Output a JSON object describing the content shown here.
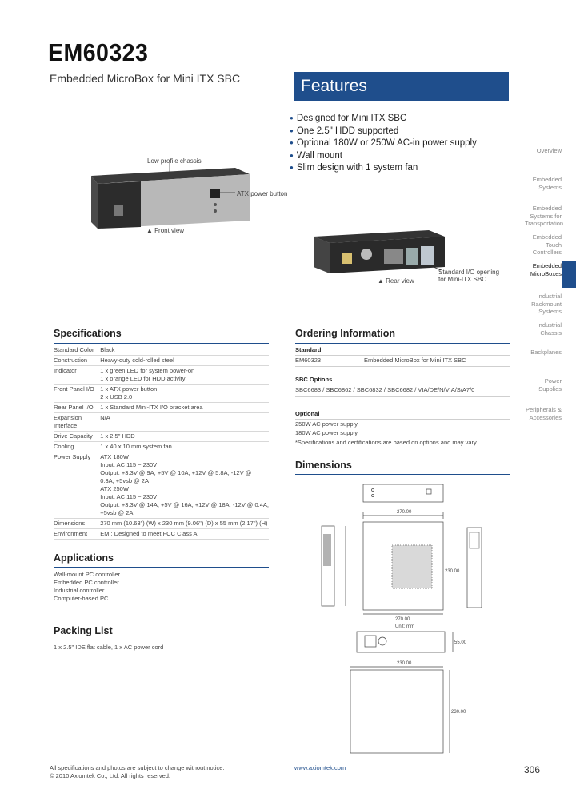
{
  "header": {
    "model": "EM60323",
    "subtitle": "Embedded MicroBox for Mini ITX SBC"
  },
  "features": {
    "title": "Features",
    "items": [
      "Designed for Mini ITX SBC",
      "One 2.5\" HDD supported",
      "Optional 180W or 250W AC-in power supply",
      "Wall mount",
      "Slim design with 1 system fan"
    ]
  },
  "sidenav": {
    "items": [
      "Overview",
      "Embedded Systems",
      "Embedded Systems for Transportation",
      "Embedded Touch Controllers",
      "Embedded MicroBoxes",
      "Industrial Rackmount Systems",
      "Industrial Chassis",
      "Backplanes",
      "Power Supplies",
      "Peripherals & Accessories"
    ],
    "active_index": 4
  },
  "photos": {
    "front_label_top": "Low profile chassis",
    "front_label_btn": "ATX power button",
    "front_caption": "▲ Front view",
    "rear_label": "Standard I/O opening for Mini-ITX SBC",
    "rear_caption": "▲ Rear view"
  },
  "specifications": {
    "title": "Specifications",
    "rows": [
      {
        "k": "Standard Color",
        "v": [
          "Black"
        ]
      },
      {
        "k": "Construction",
        "v": [
          "Heavy-duty cold-rolled steel"
        ]
      },
      {
        "k": "Indicator",
        "v": [
          "1 x green LED for system power-on",
          "1 x orange LED for HDD activity"
        ]
      },
      {
        "k": "Front Panel I/O",
        "v": [
          "1 x ATX power button",
          "2 x USB 2.0"
        ]
      },
      {
        "k": "Rear Panel I/O",
        "v": [
          "1 x Standard Mini-ITX I/O bracket area"
        ]
      },
      {
        "k": "Expansion Interface",
        "v": [
          "N/A"
        ]
      },
      {
        "k": "Drive Capacity",
        "v": [
          "1 x 2.5\" HDD"
        ]
      },
      {
        "k": "Cooling",
        "v": [
          "1 x 40 x 10 mm system fan"
        ]
      },
      {
        "k": "Power Supply",
        "v": [
          "ATX 180W",
          "Input: AC 115 ~ 230V",
          "Output: +3.3V @ 9A, +5V @ 10A, +12V @ 5.8A, -12V @",
          "0.3A, +5vsb @ 2A",
          "ATX 250W",
          "Input: AC 115 ~ 230V",
          "Output: +3.3V @ 14A, +5V @ 16A, +12V @ 18A, -12V @ 0.4A,",
          "+5vsb @ 2A"
        ]
      },
      {
        "k": "Dimensions",
        "v": [
          "270 mm (10.63\") (W) x 230 mm (9.06\") (D) x 55 mm (2.17\") (H)"
        ]
      },
      {
        "k": "Environment",
        "v": [
          "EMI: Designed to meet FCC Class A"
        ]
      }
    ]
  },
  "applications": {
    "title": "Applications",
    "items": [
      "Wall-mount PC controller",
      "Embedded PC controller",
      "Industrial controller",
      "Computer-based PC"
    ]
  },
  "packing": {
    "title": "Packing List",
    "items": [
      "1 x 2.5\" IDE flat cable, 1 x AC power cord"
    ]
  },
  "ordering": {
    "title": "Ordering Information",
    "standard_head": "Standard",
    "standard_model": "EM60323",
    "standard_desc": "Embedded MicroBox for Mini ITX SBC",
    "sbc_head": "SBC Options",
    "sbc_text": "SBC6683 / SBC6862 / SBC6832 / SBC6682 / VIA/DE/N/VIA/S/A7/0",
    "optional_head": "Optional",
    "optional_items": [
      "250W AC power supply",
      "180W AC power supply"
    ],
    "note": "*Specifications and certifications are based on options and may vary."
  },
  "dimensions": {
    "title": "Dimensions",
    "labels": [
      "270.00",
      "230.00",
      "270.00",
      "55.00",
      "230.00",
      "230.00",
      "Unit: mm"
    ]
  },
  "footer": {
    "line1": "All specifications and photos are subject to change without notice.",
    "line2": "© 2010 Axiomtek Co., Ltd. All rights reserved.",
    "url": "www.axiomtek.com",
    "page": "306"
  },
  "colors": {
    "accent": "#1f4e8c"
  }
}
